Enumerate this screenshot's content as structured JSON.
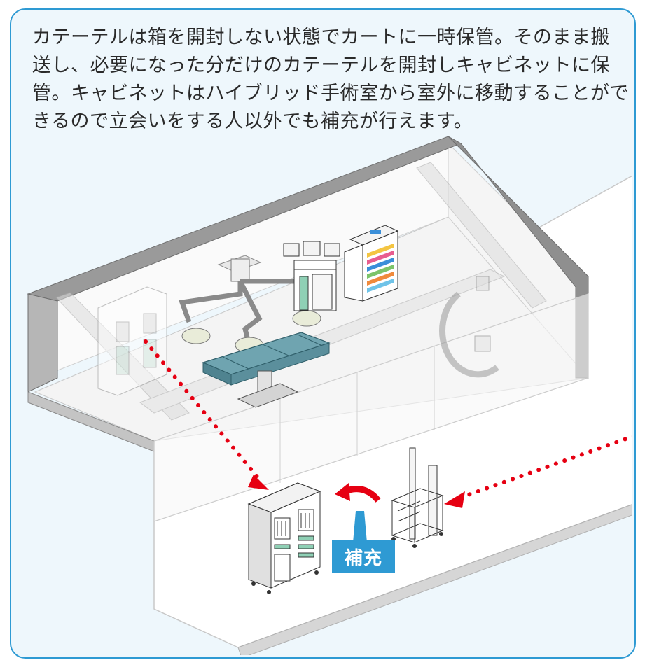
{
  "description_lines": [
    "カテーテルは箱を開封しない状態でカートに一時保管。そのまま搬",
    "送し、必要になった分だけのカテーテルを開封しキャビネットに保",
    "管。キャビネットはハイブリッド手術室から室外に移動することがで",
    "きるので立会いをする人以外でも補充が行えます。"
  ],
  "refill_label": "補充",
  "colors": {
    "frame_border": "#2e9ad3",
    "panel_bg": "#eef7fc",
    "arrow_red": "#e60012",
    "label_bg": "#2e9ad3",
    "table_teal": "#5b8f9c"
  }
}
